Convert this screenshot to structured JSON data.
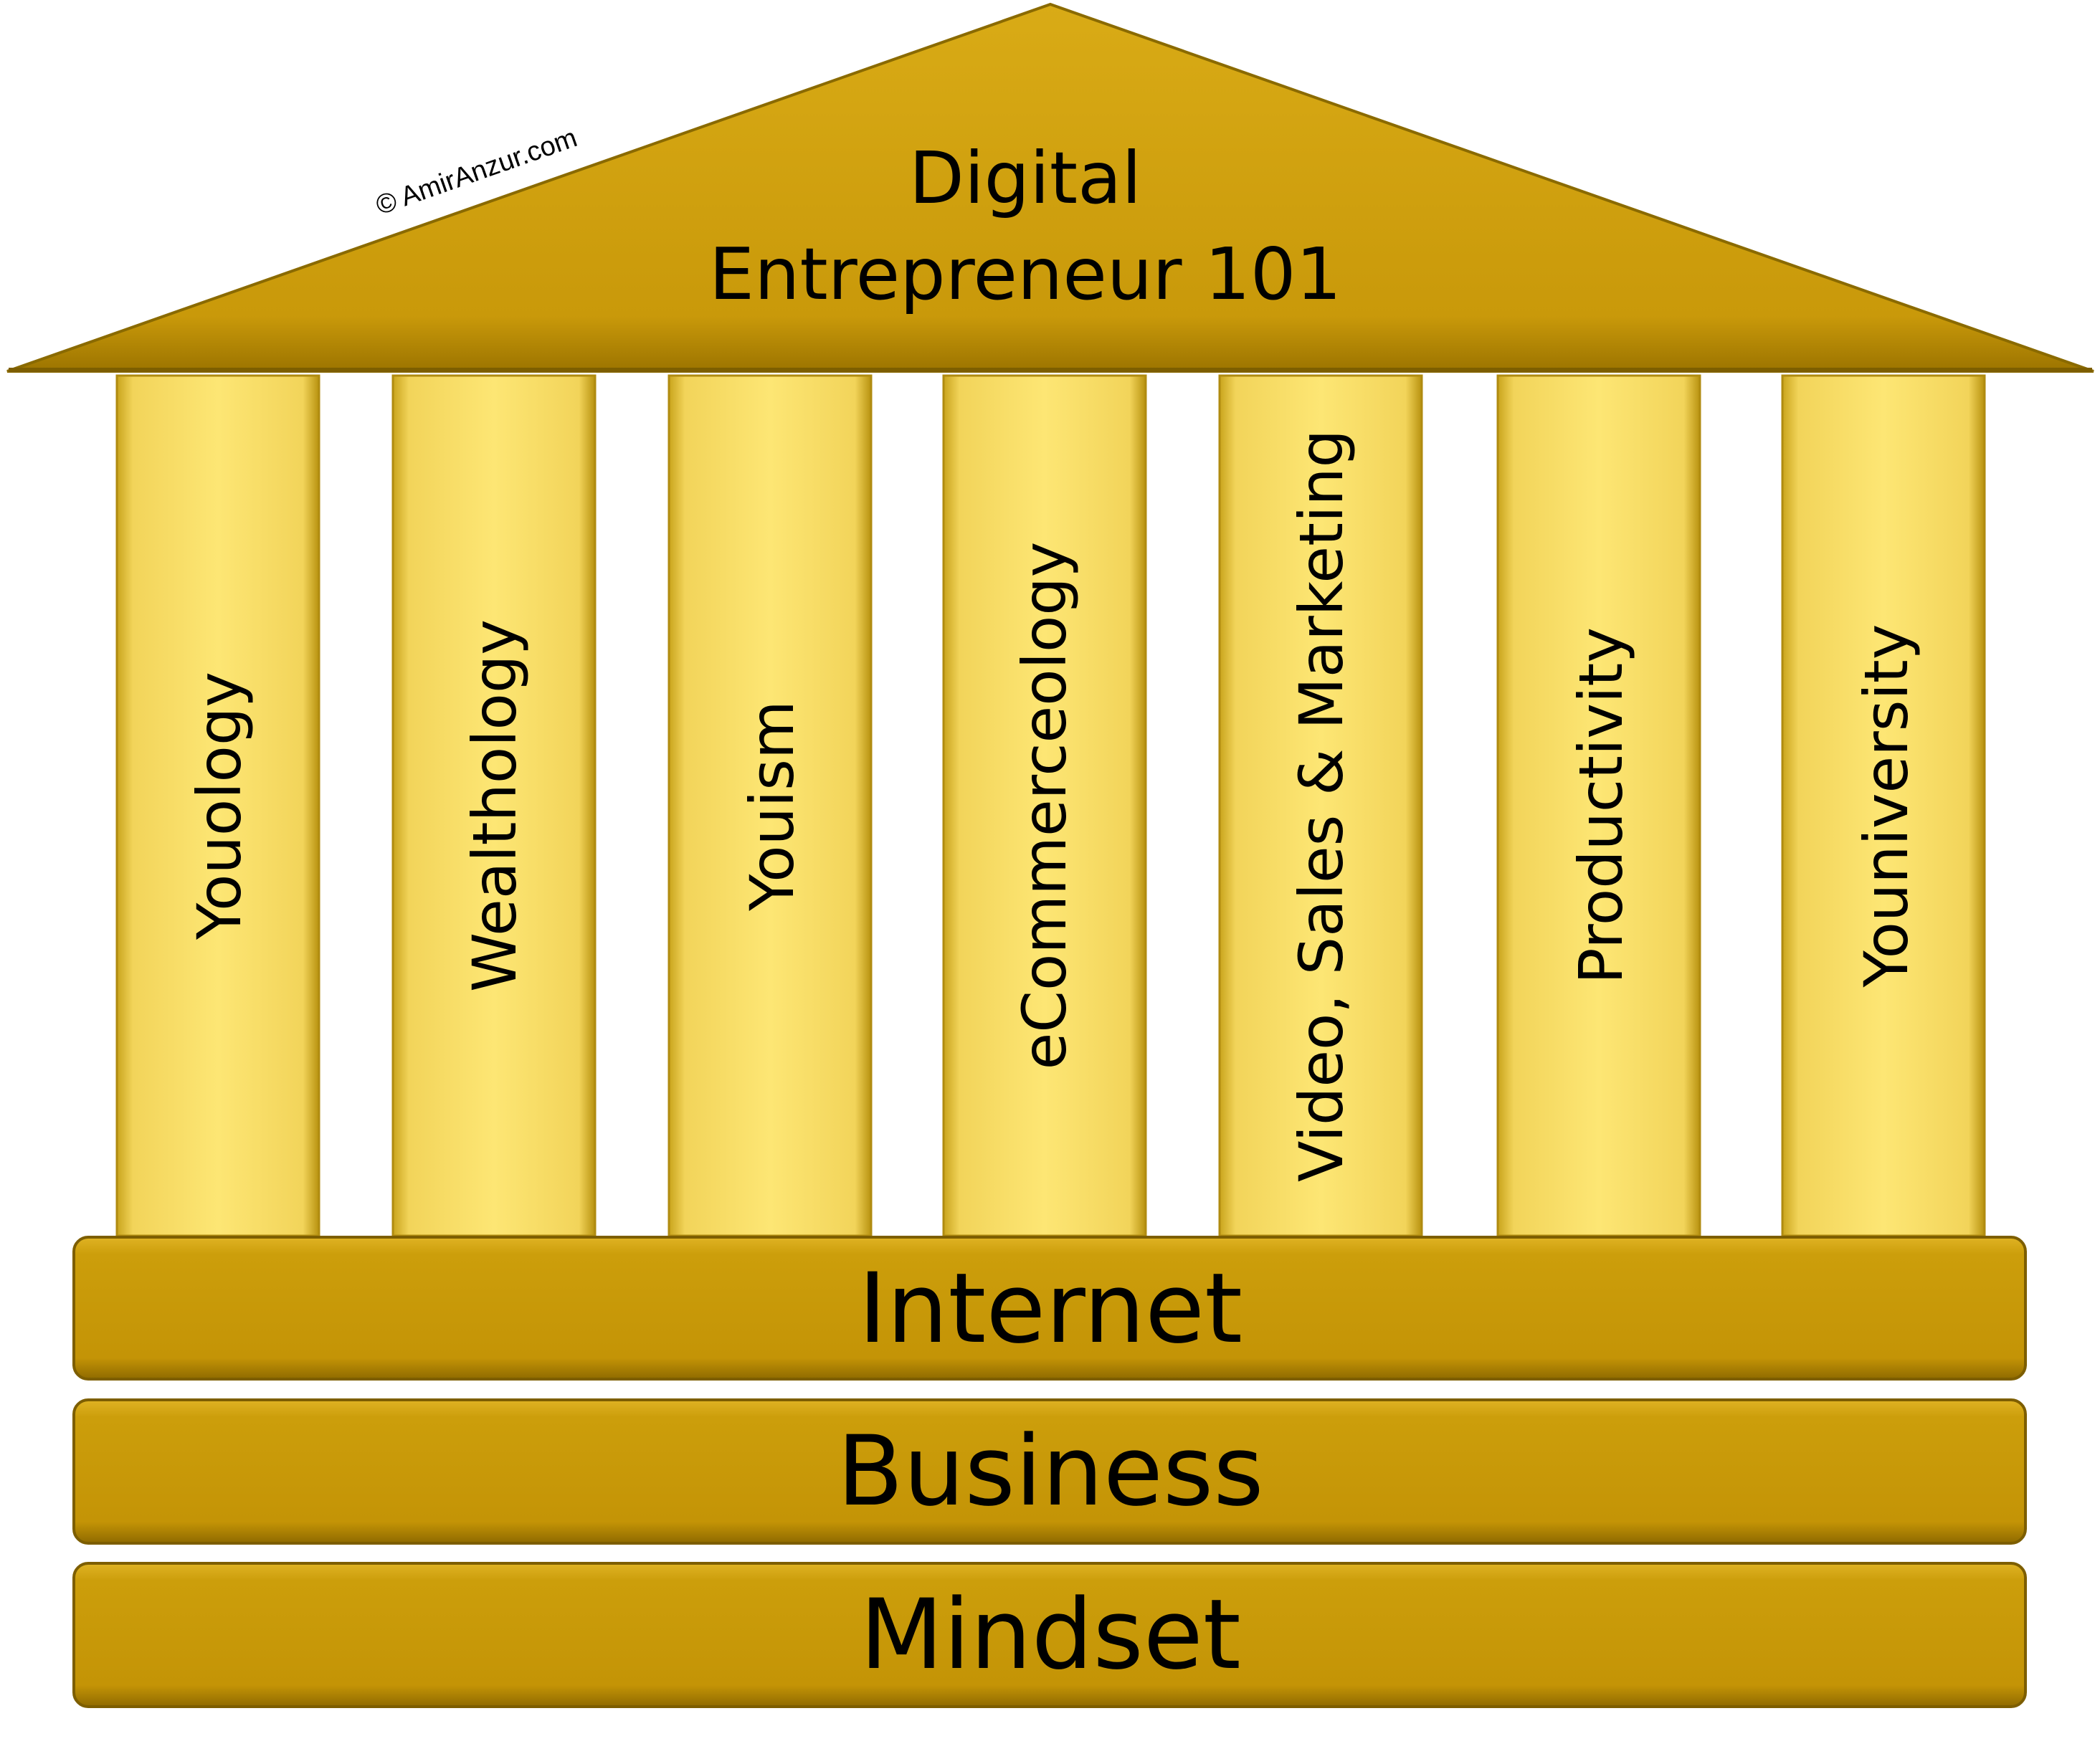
{
  "roof": {
    "title_line1": "Digital",
    "title_line2": "Entrepreneur 101",
    "copyright": "© AmirAnzur.com"
  },
  "pillars": [
    {
      "label": "Youology"
    },
    {
      "label": "Wealthology"
    },
    {
      "label": "Youism"
    },
    {
      "label": "eCommerceology"
    },
    {
      "label": "Video, Sales & Marketing"
    },
    {
      "label": "Productivity"
    },
    {
      "label": "Youniversity"
    }
  ],
  "foundation": [
    {
      "label": "Internet"
    },
    {
      "label": "Business"
    },
    {
      "label": "Mindset"
    }
  ],
  "colors": {
    "roof_fill": "#cc9e0a",
    "pillar_fill": "#fde471",
    "tier_fill": "#c99a08",
    "outline": "#8a6a00",
    "background": "#ffffff"
  }
}
